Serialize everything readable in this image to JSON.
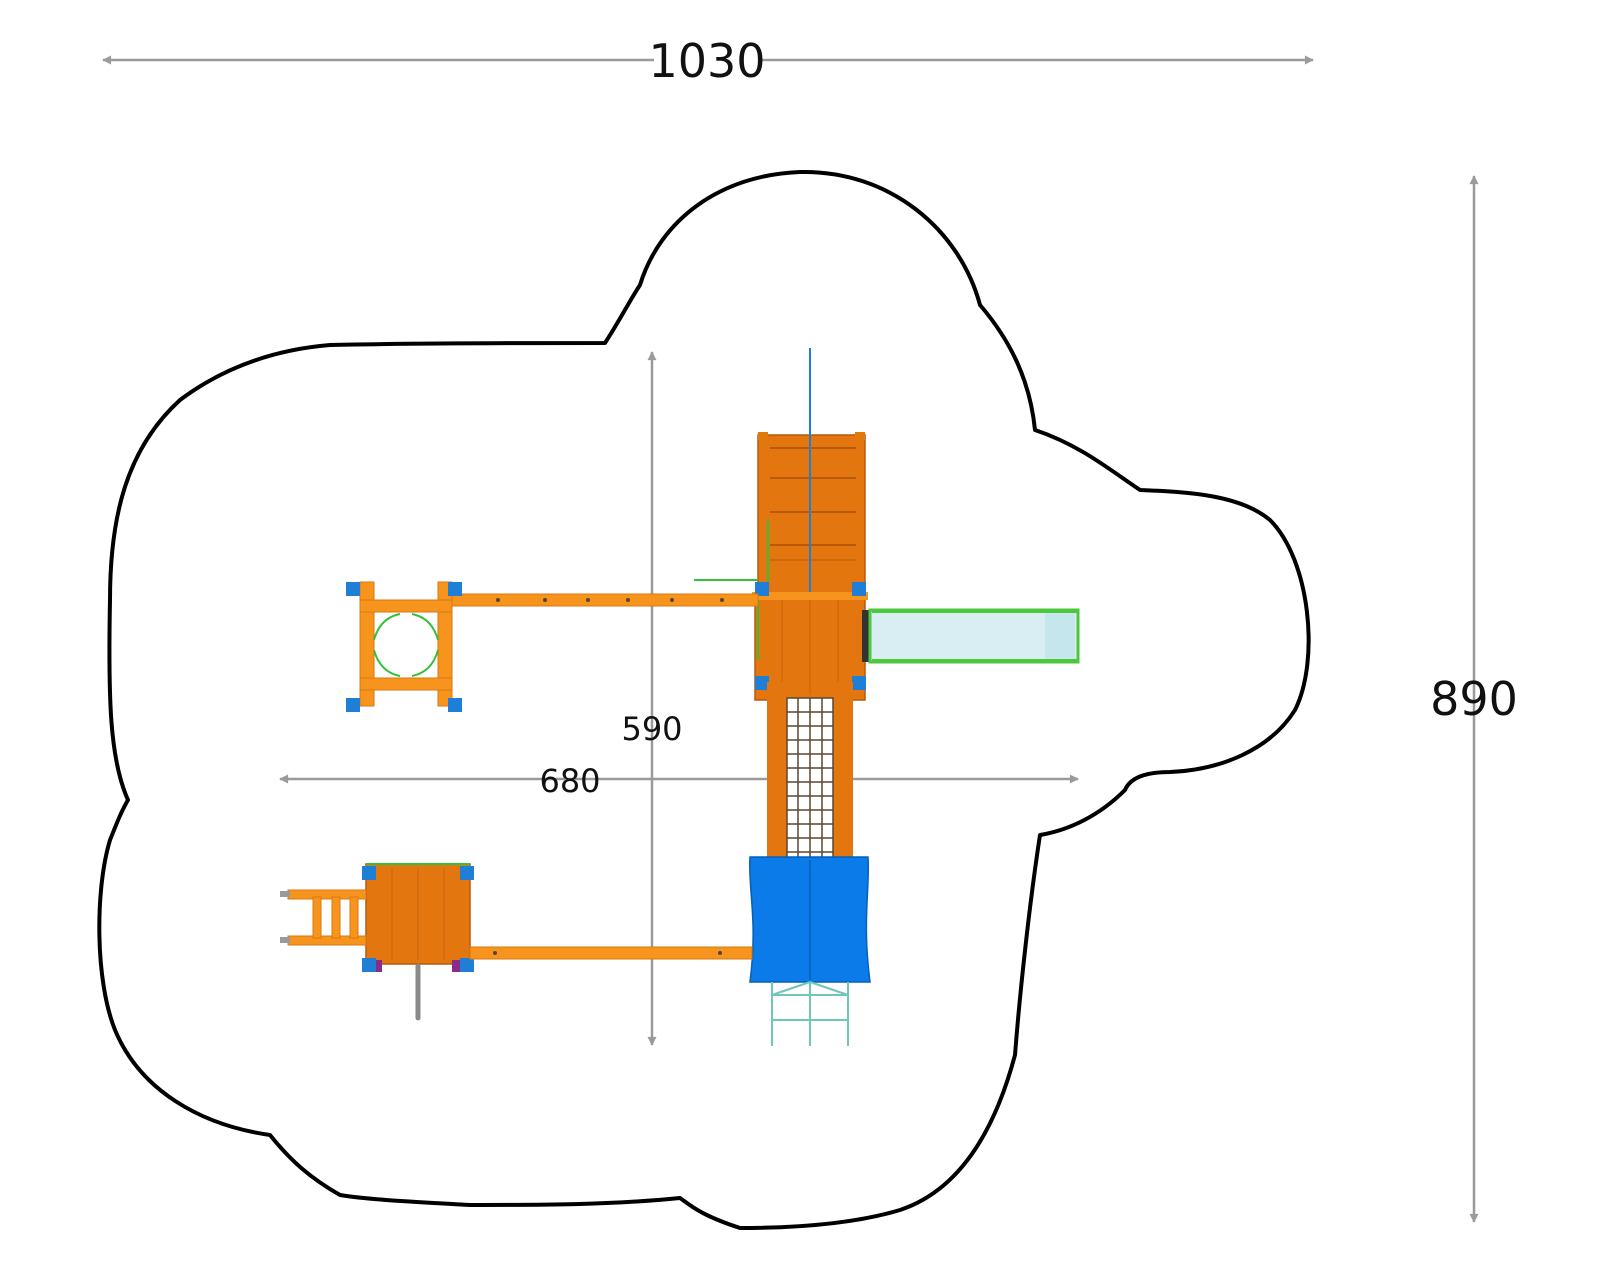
{
  "dimensions": {
    "total_width": "1030",
    "total_height": "890",
    "inner_height": "590",
    "inner_width": "680"
  },
  "colors": {
    "outline": "#000000",
    "dimension_line": "#9a9a9a",
    "wood": "#f7941d",
    "wood_dark": "#e07a0c",
    "deck": "#e3760f",
    "blue_panel": "#0a7be8",
    "slide": "#d8eef2",
    "slide_rail": "#4cc83c",
    "net": "#5a4630",
    "bracket": "#1f7fd6",
    "accent_green": "#35c03a",
    "accent_purple": "#8a2a8a"
  }
}
